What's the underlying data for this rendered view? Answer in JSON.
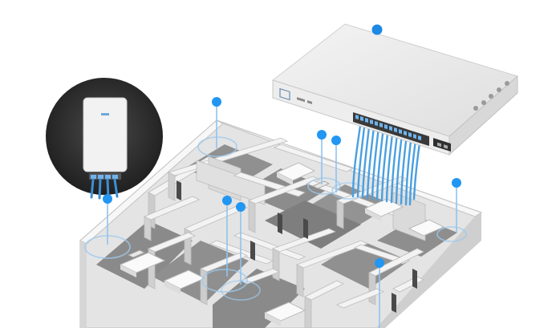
{
  "switch": {
    "brand_logo": "ubiquiti-logo",
    "status_icon": "square-outline-icon",
    "cable_color": "#3b8fd6",
    "port_count": 24
  },
  "access_point": {
    "device": "in-wall-access-point",
    "cable_count": 4
  },
  "colors": {
    "pin": "#1e88e5",
    "pin_accent": "#2196f3",
    "cable": "#4a9fe0",
    "floor": "#e9e9e9",
    "wall_top": "#f5f5f5",
    "wall_side": "#c9c9c9",
    "inset_bg": "#2a2a2a"
  },
  "pins": [
    {
      "name": "switch-location-pin",
      "icon": "location-dot-icon"
    },
    {
      "name": "room-pin",
      "icon": "location-dot-icon"
    },
    {
      "name": "room-pin",
      "icon": "location-dot-icon"
    },
    {
      "name": "room-pin",
      "icon": "location-dot-icon"
    },
    {
      "name": "room-pin",
      "icon": "location-dot-icon"
    },
    {
      "name": "room-pin",
      "icon": "location-dot-icon"
    },
    {
      "name": "room-pin",
      "icon": "location-dot-icon"
    },
    {
      "name": "room-pin",
      "icon": "location-dot-icon"
    }
  ]
}
